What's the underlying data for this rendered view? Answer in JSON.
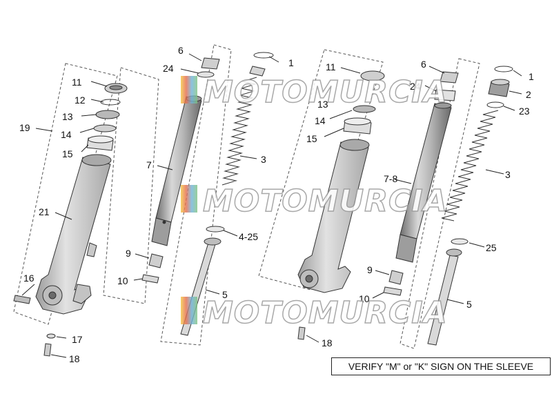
{
  "note": "VERIFY \"M\" or \"K\" SIGN ON THE SLEEVE",
  "watermark": "MOTOMURCIA",
  "callouts": {
    "l1": "1",
    "l6": "6",
    "l24": "24",
    "l11": "11",
    "l12": "12",
    "l13": "13",
    "l14": "14",
    "l15": "15",
    "l19": "19",
    "l7": "7",
    "l3": "3",
    "l21": "21",
    "l4_25": "4-25",
    "l9": "9",
    "l10": "10",
    "l5": "5",
    "l16": "16",
    "l17": "17",
    "l18": "18",
    "r11": "11",
    "r13": "13",
    "r14": "14",
    "r15": "15",
    "r6": "6",
    "r1": "1",
    "r24": "24",
    "r2": "2",
    "r23": "23",
    "r7_8": "7-8",
    "r3": "3",
    "r25": "25",
    "r9": "9",
    "r10": "10",
    "r5": "5",
    "r18": "18"
  },
  "colors": {
    "metal": "#c8c8c8",
    "metal_dark": "#7a7a7a",
    "line": "#222222"
  }
}
